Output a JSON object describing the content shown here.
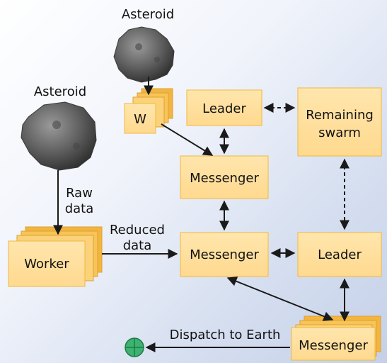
{
  "colors": {
    "background_start": "#ffffff",
    "background_end": "#c5d0e8",
    "box_fill": "#ffe0a0",
    "box_edge": "#f0b83a",
    "box_shadow": "#e8a028",
    "asteroid": "#5a5a5a",
    "earth": "#3cb371",
    "arrow": "#1a1a1a"
  },
  "nodes": {
    "asteroid_top": "Asteroid",
    "asteroid_left": "Asteroid",
    "w_label": "W",
    "worker": "Worker",
    "leader_top": "Leader",
    "remaining_swarm_line1": "Remaining",
    "remaining_swarm_line2": "swarm",
    "messenger_upper": "Messenger",
    "messenger_center": "Messenger",
    "leader_right": "Leader",
    "messenger_bottom": "Messenger"
  },
  "edge_labels": {
    "raw_line1": "Raw",
    "raw_line2": "data",
    "reduced_line1": "Reduced",
    "reduced_line2": "data",
    "dispatch": "Dispatch to Earth"
  },
  "icons": {
    "asteroid": "asteroid-icon",
    "earth": "earth-globe-icon"
  }
}
